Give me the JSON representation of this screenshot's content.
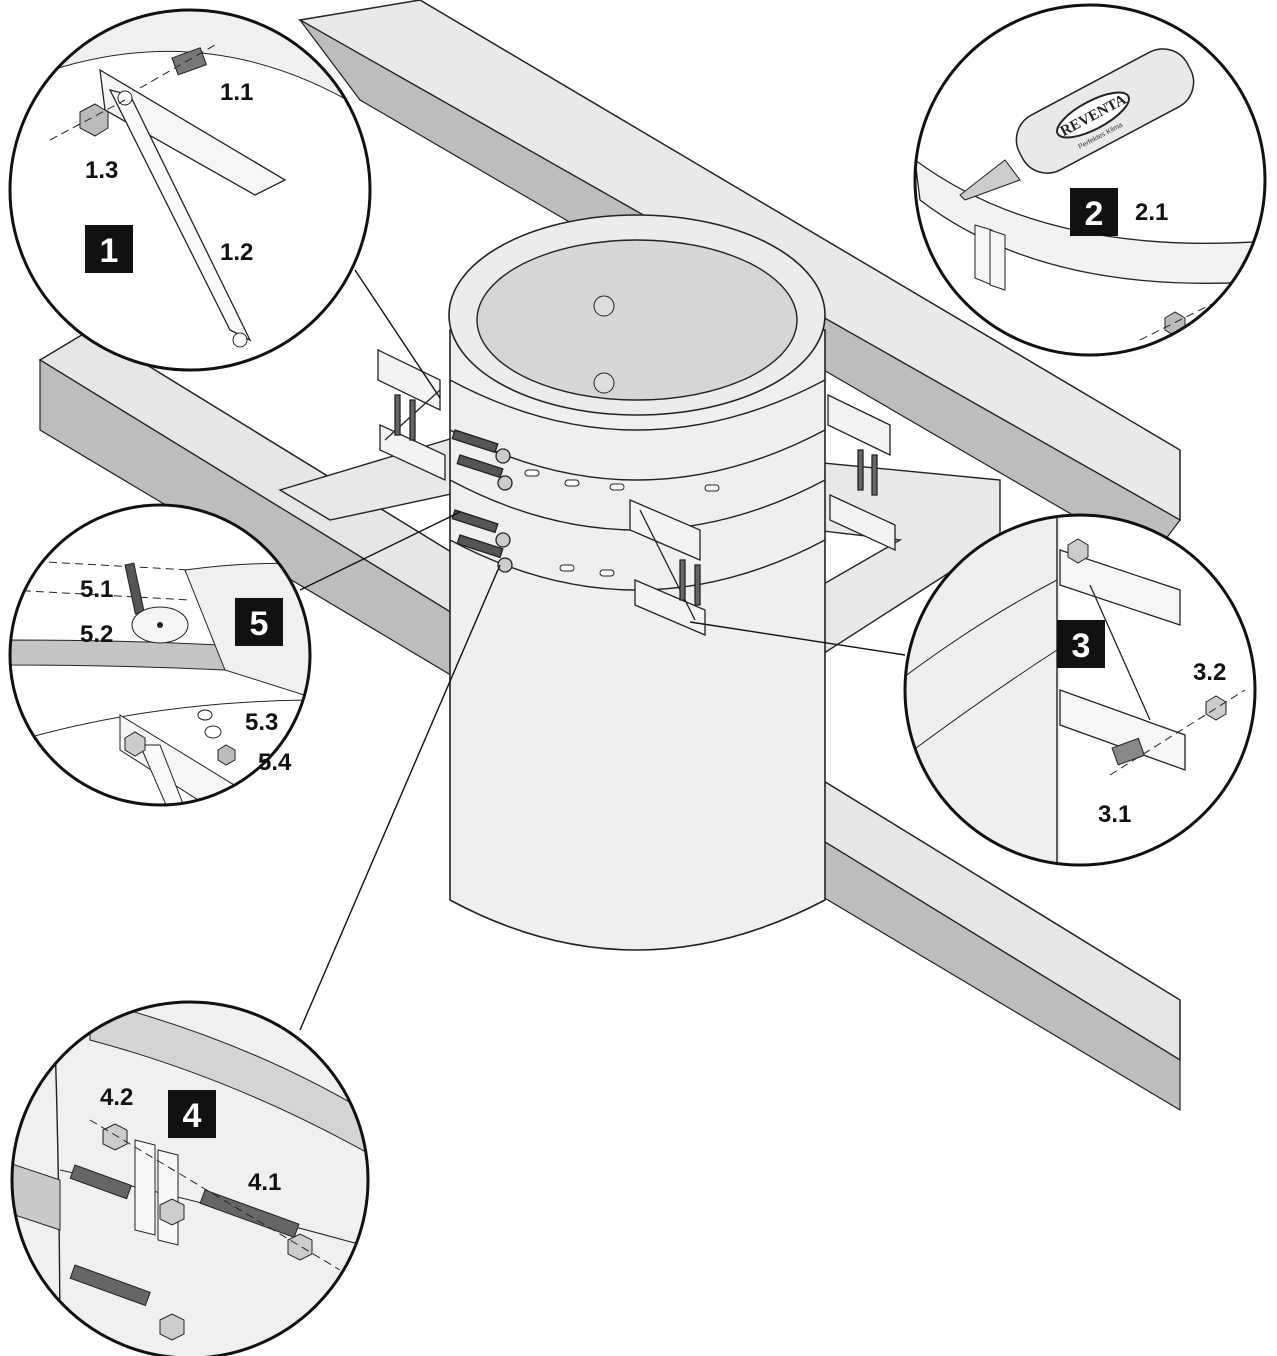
{
  "steps": [
    {
      "number": "1",
      "parts": [
        "1.1",
        "1.2",
        "1.3"
      ]
    },
    {
      "number": "2",
      "parts": [
        "2.1"
      ]
    },
    {
      "number": "3",
      "parts": [
        "3.1",
        "3.2"
      ]
    },
    {
      "number": "4",
      "parts": [
        "4.1",
        "4.2"
      ]
    },
    {
      "number": "5",
      "parts": [
        "5.1",
        "5.2",
        "5.3",
        "5.4"
      ]
    }
  ],
  "product": {
    "brand": "REVENTA",
    "slogan": "Perfektes Klima"
  },
  "colors": {
    "beam": "#e6e6e6",
    "beam_shadow": "#bdbdbd",
    "chimney": "#efefef",
    "inner": "#d9d9d9",
    "line": "#222222",
    "badge": "#111111"
  }
}
